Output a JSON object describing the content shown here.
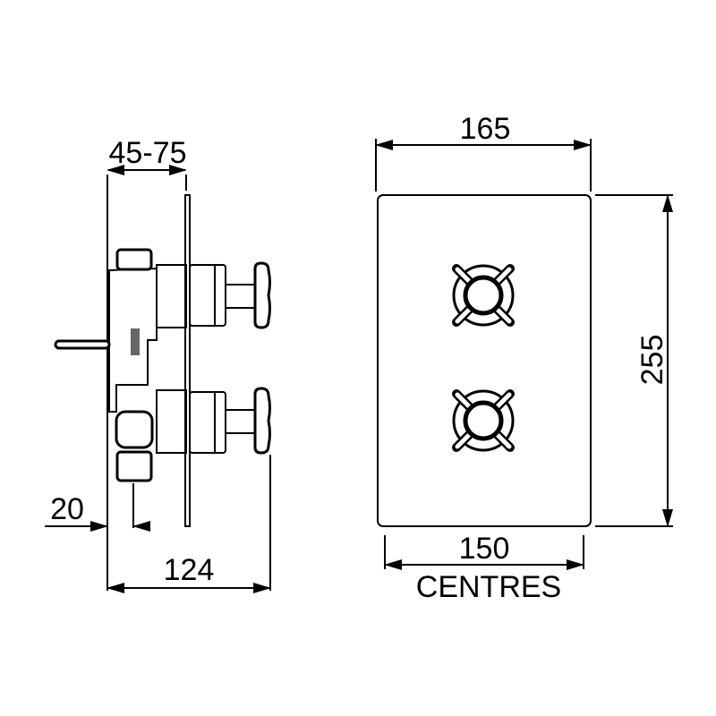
{
  "side_view": {
    "depth_label": "45-75",
    "offset_label": "20",
    "total_depth_label": "124"
  },
  "front_view": {
    "width_label": "165",
    "height_label": "255",
    "centres_value": "150",
    "centres_label": "CENTRES"
  },
  "colors": {
    "line": "#000000",
    "background": "#ffffff"
  }
}
